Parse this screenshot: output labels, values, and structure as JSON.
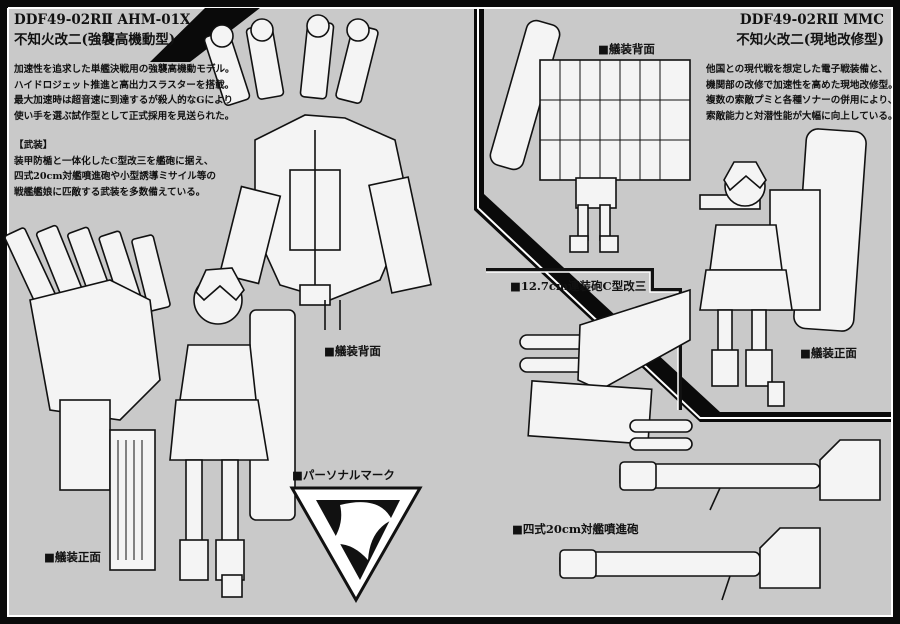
{
  "colors": {
    "frame": "#0a0a0a",
    "panel": "#c9c9c9",
    "ink": "#111111",
    "line": "#ffffff"
  },
  "left": {
    "code": "DDF49-02RⅡ AHM-01X",
    "name": "不知火改二(強襲高機動型)",
    "description": [
      "加速性を追求した単艦決戦用の強襲高機動モデル。",
      "ハイドロジェット推進と高出力スラスターを搭載。",
      "最大加速時は超音速に到達するが殺人的なGにより",
      "使い手を選ぶ試作型として正式採用を見送られた。"
    ],
    "weapons_heading": "【武装】",
    "weapons": [
      "装甲防楯と一体化したC型改三を艦砲に据え、",
      "四式20cm対艦噴進砲や小型誘導ミサイル等の",
      "戦艦艦娘に匹敵する武装を多数備えている。"
    ],
    "label_back": "■艤装背面",
    "label_front": "■艤装正面",
    "label_mark": "■パーソナルマーク"
  },
  "right": {
    "code": "DDF49-02RⅡ MMC",
    "name": "不知火改二(現地改修型)",
    "description": [
      "他国との現代戦を想定した電子戦装備と、",
      "機関部の改修で加速性を高めた現地改修型。",
      "複数の索敵プミと各種ソナーの併用により、",
      "索敵能力と対潜性能が大幅に向上している。"
    ],
    "label_back": "■艤装背面",
    "label_front": "■艤装正面",
    "label_gun": "■12.7cm連装砲C型改三",
    "label_rocket": "■四式20cm対艦噴進砲"
  }
}
